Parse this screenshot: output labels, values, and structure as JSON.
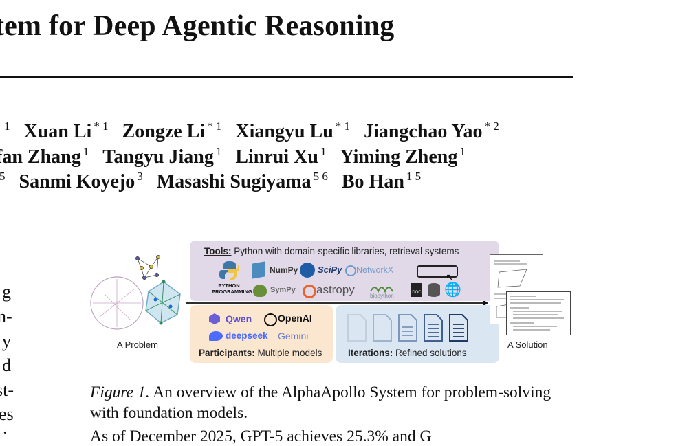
{
  "title": "tem for Deep Agentic Reasoning",
  "authors": {
    "line1": [
      {
        "name": "",
        "sup": "1"
      },
      {
        "name": "Xuan Li",
        "sup": "* 1"
      },
      {
        "name": "Zongze Li",
        "sup": "* 1"
      },
      {
        "name": "Xiangyu Lu",
        "sup": "* 1"
      },
      {
        "name": "Jiangchao Yao",
        "sup": "* 2"
      }
    ],
    "line2": [
      {
        "name": "fan Zhang",
        "sup": "1"
      },
      {
        "name": "Tangyu Jiang",
        "sup": "1"
      },
      {
        "name": "Linrui Xu",
        "sup": "1"
      },
      {
        "name": "Yiming Zheng",
        "sup": "1"
      }
    ],
    "line3": [
      {
        "name": "",
        "sup": "5"
      },
      {
        "name": "Sanmi Koyejo",
        "sup": "3"
      },
      {
        "name": "Masashi Sugiyama",
        "sup": "5 6"
      },
      {
        "name": "Bo Han",
        "sup": "1 5"
      }
    ]
  },
  "left_column_fragments": [
    "g",
    "n-",
    "y",
    "d",
    "st-",
    "es",
    "·"
  ],
  "figure": {
    "tools_title_bold": "Tools:",
    "tools_title_rest": " Python with domain-specific libraries, retrieval systems",
    "tool_logos": [
      "PYTHON PROGRAMMING",
      "NumPy",
      "SciPy",
      "NetworkX",
      "SymPy",
      "astropy",
      "biopython"
    ],
    "participants_logos": [
      "Qwen",
      "OpenAI",
      "deepseek",
      "Gemini"
    ],
    "participants_title_bold": "Participants:",
    "participants_title_rest": " Multiple models",
    "iterations_title_bold": "Iterations:",
    "iterations_title_rest": " Refined solutions",
    "problem_label": "A Problem",
    "solution_label": "A Solution",
    "doc_label": "DOC"
  },
  "caption": {
    "label": "Figure 1.",
    "text": " An overview of the AlphaApollo System for problem-solving with foundation models."
  },
  "bottom_text": "As of December 2025, GPT-5 achieves 25.3% and G",
  "colors": {
    "tools_panel": "#e2d9e8",
    "participants_panel": "#fbe6d0",
    "iterations_panel": "#dbe6f3",
    "doc_blue": "#2e4a7a"
  }
}
